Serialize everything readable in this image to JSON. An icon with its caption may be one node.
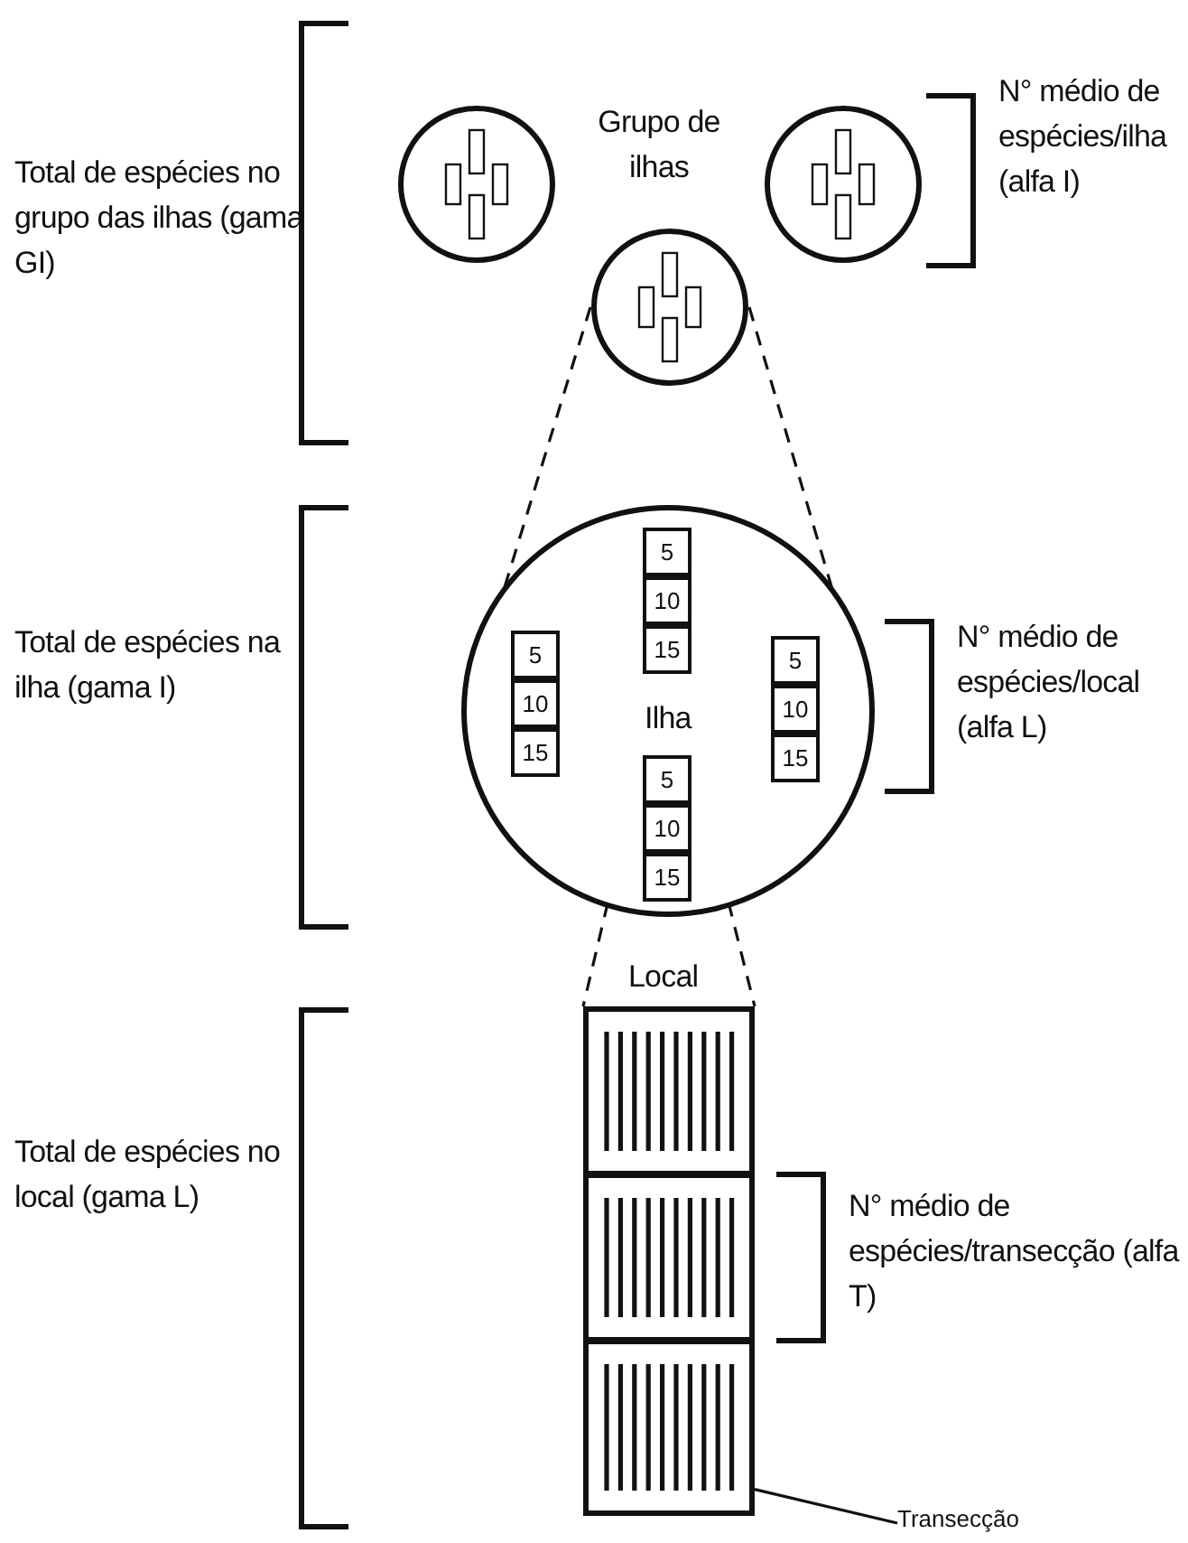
{
  "diagram": {
    "nodes": [
      {
        "text": [],
        "shape": "circle"
      },
      {
        "text": [],
        "shape": "circle"
      },
      {
        "text": [],
        "shape": "circle"
      },
      {
        "text": [
          "Ilha"
        ]
      },
      {
        "text": [
          "5"
        ],
        "in": 3
      },
      {
        "text": [
          "10"
        ],
        "in": 3
      },
      {
        "text": [
          "15"
        ],
        "in": 3
      },
      {
        "text": [
          "5"
        ],
        "in": 3
      },
      {
        "text": [
          "10"
        ],
        "in": 3
      },
      {
        "text": [
          "15"
        ],
        "in": 3
      },
      {
        "text": [
          "5"
        ],
        "in": 3
      },
      {
        "text": [
          "10"
        ],
        "in": 3
      },
      {
        "text": [
          "15"
        ],
        "in": 3
      },
      {
        "text": [
          "5"
        ],
        "in": 3
      },
      {
        "text": [
          "10"
        ],
        "in": 3
      },
      {
        "text": [
          "15"
        ],
        "in": 3
      },
      {
        "text": [
          "Local"
        ]
      },
      {
        "text": [],
        "shape": "box",
        "in": 16
      },
      {
        "text": [],
        "shape": "box",
        "in": 16
      },
      {
        "text": [],
        "shape": "box",
        "in": 16
      },
      {
        "text": [
          "Transecção"
        ]
      }
    ],
    "edges": [
      {
        "from": 1,
        "to": 3,
        "arrow": "none",
        "style": "dashed"
      },
      {
        "from": 1,
        "to": 3,
        "arrow": "none",
        "style": "dashed"
      },
      {
        "from": 13,
        "to": 16,
        "arrow": "none",
        "style": "dashed"
      },
      {
        "from": 13,
        "to": 16,
        "arrow": "none",
        "style": "dashed"
      },
      {
        "from": 20,
        "to": 19,
        "arrow": "none"
      }
    ],
    "labels": [
      "Total de espécies no grupo das ilhas (gama GI)",
      "Grupo de ilhas",
      "N° médio de espécies/ilha (alfa I)",
      "Total de espécies na ilha (gama I)",
      "N° médio de espécies/local (alfa L)",
      "Total de espécies no local (gama L)",
      "N° médio de espécies/transecção (alfa T)"
    ]
  }
}
